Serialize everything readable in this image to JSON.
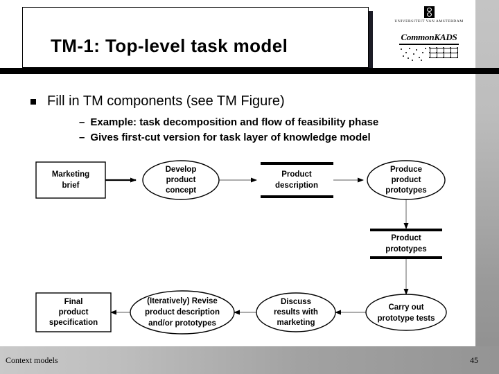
{
  "slide": {
    "title": "TM-1: Top-level task model",
    "page_number": "45",
    "footer_label": "Context models"
  },
  "logos": {
    "university": "UNIVERSITEIT VAN AMSTERDAM",
    "method": "CommonKADS"
  },
  "bullets": {
    "level1": [
      {
        "marker": "square",
        "text": "Fill in TM components (see TM Figure)"
      }
    ],
    "level2": [
      {
        "marker": "–",
        "text": "Example: task decomposition and flow of feasibility phase"
      },
      {
        "marker": "–",
        "text": "Gives first-cut version for task layer of knowledge model"
      }
    ]
  },
  "diagram": {
    "type": "process-flow",
    "nodes": [
      {
        "id": "marketing-brief",
        "shape": "rectangle",
        "lines": [
          "Marketing",
          "brief"
        ]
      },
      {
        "id": "develop-product-concept",
        "shape": "ellipse",
        "lines": [
          "Develop",
          "product",
          "concept"
        ]
      },
      {
        "id": "product-description",
        "shape": "data-store",
        "lines": [
          "Product",
          "description"
        ]
      },
      {
        "id": "produce-product-prototypes",
        "shape": "ellipse",
        "lines": [
          "Produce",
          "product",
          "prototypes"
        ]
      },
      {
        "id": "product-prototypes",
        "shape": "data-store",
        "lines": [
          "Product",
          "prototypes"
        ]
      },
      {
        "id": "carry-out-prototype-tests",
        "shape": "ellipse",
        "lines": [
          "Carry out",
          "prototype tests"
        ]
      },
      {
        "id": "discuss-results-with-marketing",
        "shape": "ellipse",
        "lines": [
          "Discuss",
          "results with",
          "marketing"
        ]
      },
      {
        "id": "iteratively-revise",
        "shape": "ellipse",
        "lines": [
          "(Iteratively) Revise",
          "product description",
          "and/or prototypes"
        ]
      },
      {
        "id": "final-product-specification",
        "shape": "rectangle",
        "lines": [
          "Final",
          "product",
          "specification"
        ]
      }
    ],
    "edges": [
      {
        "from": "marketing-brief",
        "to": "develop-product-concept",
        "direction": "right"
      },
      {
        "from": "develop-product-concept",
        "to": "product-description",
        "direction": "right"
      },
      {
        "from": "product-description",
        "to": "produce-product-prototypes",
        "direction": "right"
      },
      {
        "from": "produce-product-prototypes",
        "to": "product-prototypes",
        "direction": "down"
      },
      {
        "from": "product-prototypes",
        "to": "carry-out-prototype-tests",
        "direction": "down"
      },
      {
        "from": "carry-out-prototype-tests",
        "to": "discuss-results-with-marketing",
        "direction": "left"
      },
      {
        "from": "discuss-results-with-marketing",
        "to": "iteratively-revise",
        "direction": "left"
      },
      {
        "from": "iteratively-revise",
        "to": "final-product-specification",
        "direction": "left"
      }
    ]
  },
  "colors": {
    "ink": "#000000",
    "paper": "#ffffff",
    "header_bar": "#000000",
    "footer_gray": "#a8a8a8",
    "strip_gray": "#b0b0b0"
  }
}
